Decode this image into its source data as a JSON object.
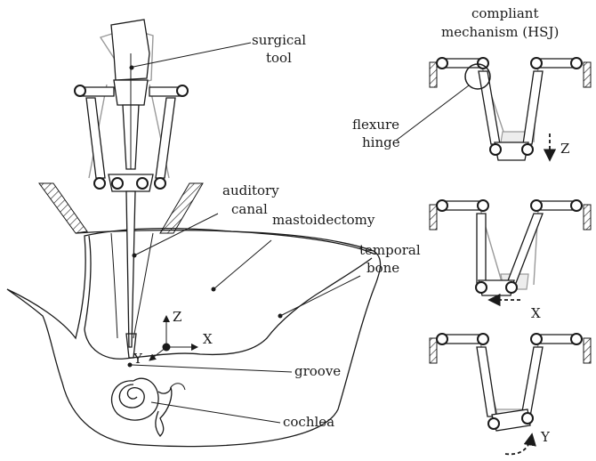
{
  "labels": {
    "surgical_tool_1": "surgical",
    "surgical_tool_2": "tool",
    "compliant_1": "compliant",
    "compliant_2": "mechanism (HSJ)",
    "flexure_1": "flexure",
    "flexure_2": "hinge",
    "auditory_1": "auditory",
    "auditory_2": "canal",
    "mastoidectomy": "mastoidectomy",
    "temporal_1": "temporal",
    "temporal_2": "bone",
    "groove": "groove",
    "cochlea": "cochlea"
  },
  "axes": {
    "main_z": "Z",
    "main_x": "X",
    "main_y": "Y",
    "panel1_motion": "Z",
    "panel2_motion": "X",
    "panel3_motion": "Y"
  }
}
